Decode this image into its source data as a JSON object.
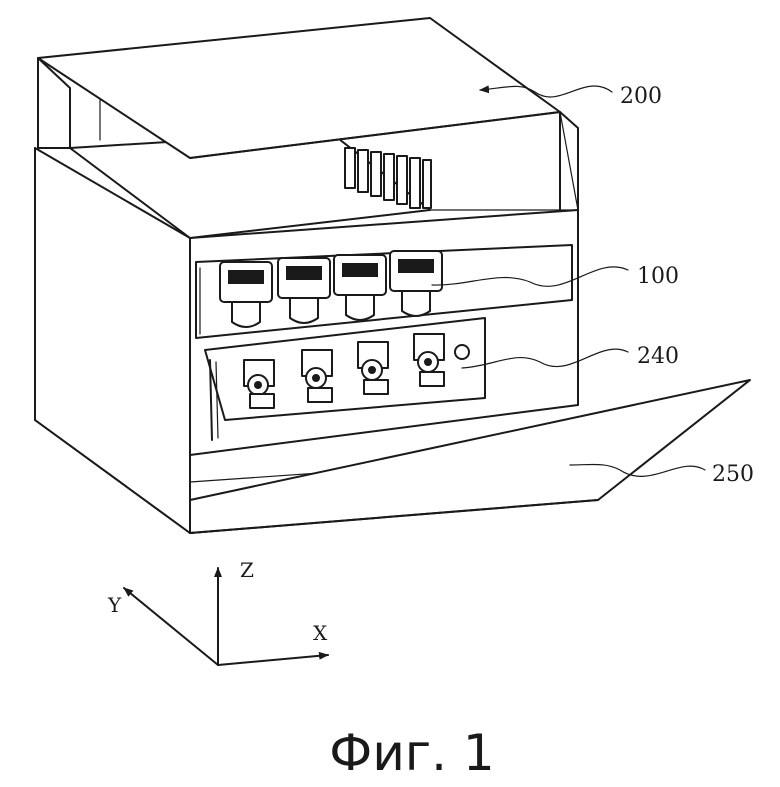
{
  "references": {
    "cover": "200",
    "heads": "100",
    "mechanism": "240",
    "door": "250"
  },
  "axes": {
    "z": "Z",
    "y": "Y",
    "x": "X"
  },
  "caption": "Фиг. 1"
}
